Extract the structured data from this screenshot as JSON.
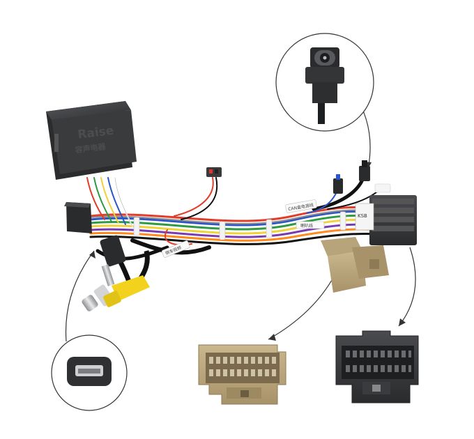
{
  "product": {
    "brand_logo": "Raise",
    "module_chinese": "容声电器",
    "sleeve_labels": [
      "CAN盒电源线",
      "喇叭线",
      "倒车视频"
    ],
    "connector_label": "KSB"
  },
  "colors": {
    "module_body": "#3a3b3d",
    "tan_connector": "#b8a47a",
    "black_connector": "#3c3d3f",
    "rca_yellow": "#f2d21c"
  }
}
